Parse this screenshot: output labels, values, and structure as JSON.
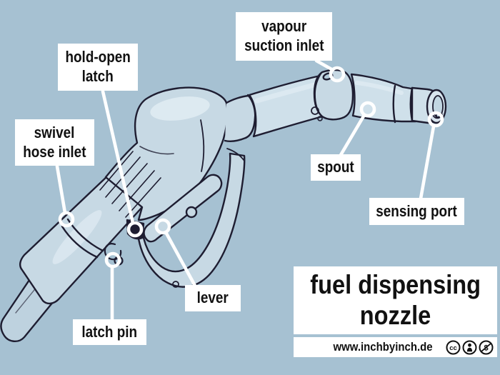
{
  "scene": {
    "description": "labeled line-art diagram of a fuel dispensing nozzle",
    "colors": {
      "background": "#a6c1d2",
      "artwork_fill": "#c7d9e4",
      "artwork_highlight": "#e1ecf3",
      "artwork_shade": "#b2cad9",
      "outline": "#1e1d31",
      "label_background": "#ffffff",
      "label_text": "#111111",
      "leader_line": "#ffffff"
    }
  },
  "labels": {
    "vapour_suction_inlet": {
      "line1": "vapour",
      "line2": "suction inlet"
    },
    "hold_open_latch": {
      "line1": "hold-open",
      "line2": "latch"
    },
    "swivel_hose_inlet": {
      "line1": "swivel",
      "line2": "hose inlet"
    },
    "spout": {
      "line1": "spout"
    },
    "sensing_port": {
      "line1": "sensing port"
    },
    "lever": {
      "line1": "lever"
    },
    "latch_pin": {
      "line1": "latch pin"
    }
  },
  "title": {
    "line1": "fuel dispensing",
    "line2": "nozzle"
  },
  "footer": {
    "website": "www.inchbyinch.de",
    "license_icons": [
      {
        "name": "cc-icon",
        "glyph": "cc"
      },
      {
        "name": "cc-by-person-icon",
        "glyph": "person"
      },
      {
        "name": "cc-nc-dollar-crossed-icon",
        "glyph": "dollar-crossed"
      }
    ]
  }
}
